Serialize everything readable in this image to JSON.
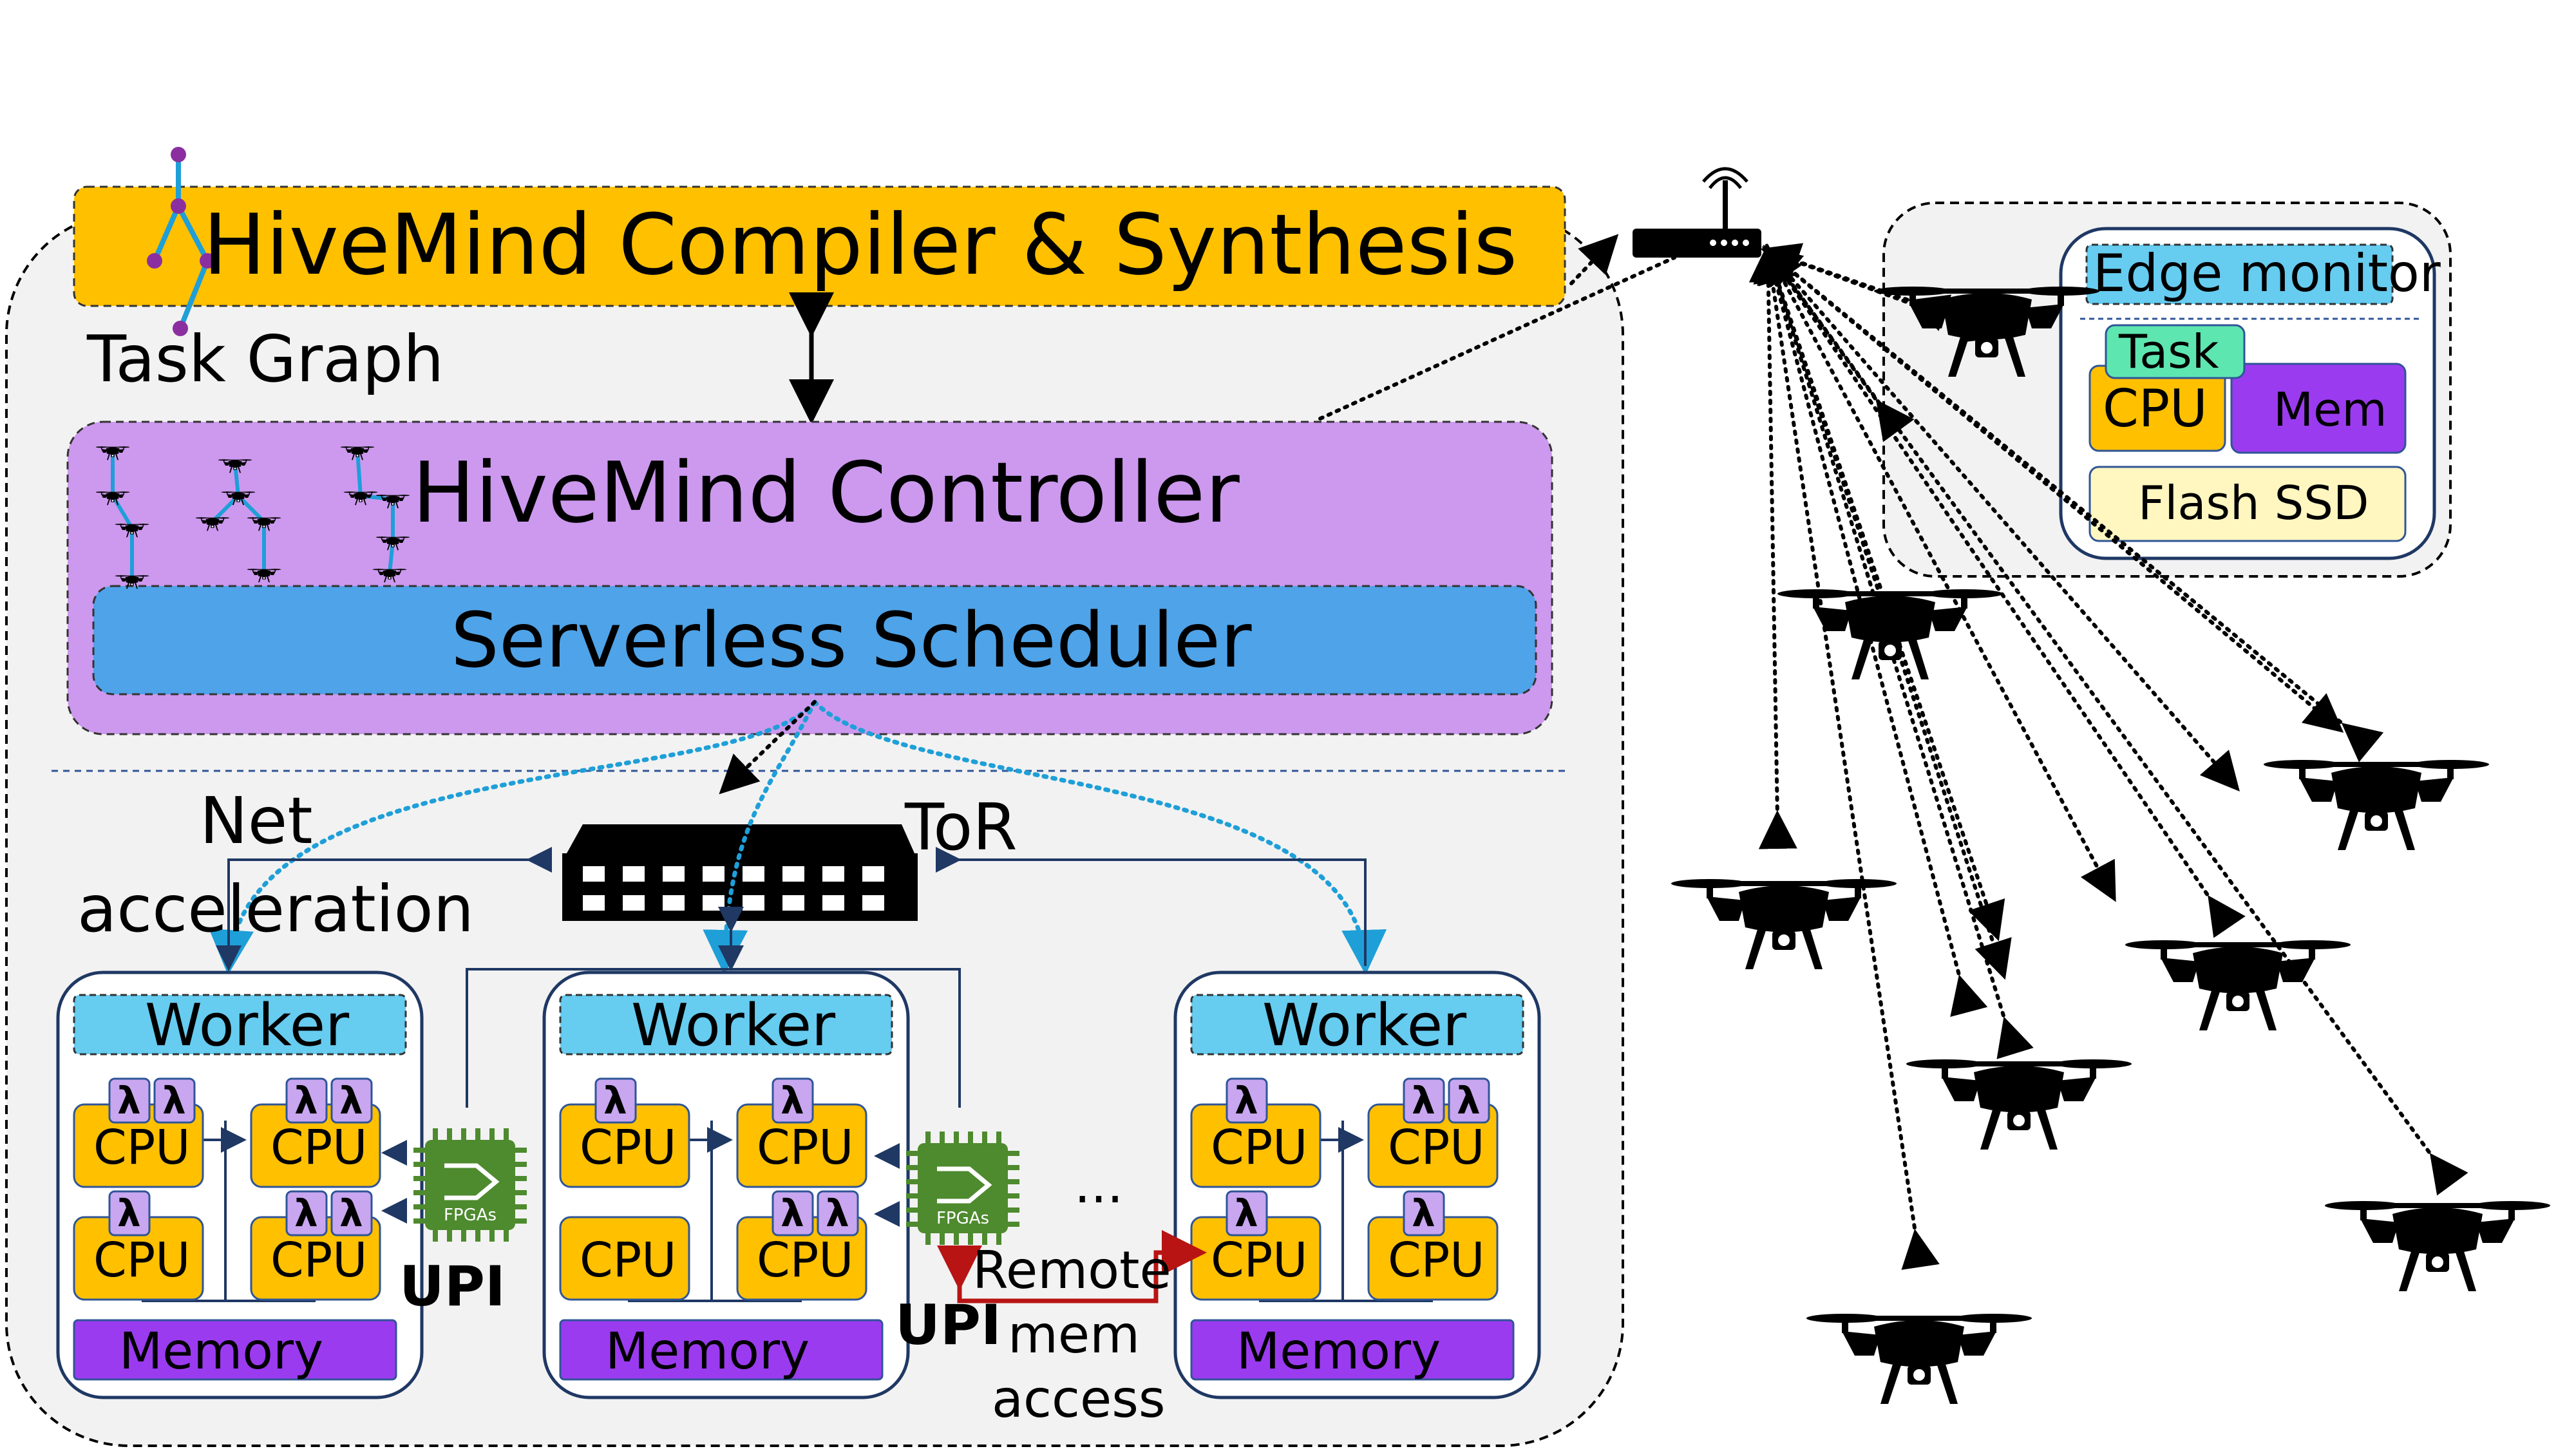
{
  "compiler": {
    "title": "HiveMind Compiler & Synthesis",
    "task_graph_label": "Task Graph"
  },
  "controller": {
    "title": "HiveMind Controller",
    "scheduler": "Serverless Scheduler"
  },
  "network": {
    "net_accel_line1": "Net",
    "net_accel_line2": "acceleration",
    "tor": "ToR"
  },
  "workers": [
    {
      "label": "Worker",
      "memory": "Memory"
    },
    {
      "label": "Worker",
      "memory": "Memory"
    },
    {
      "label": "Worker",
      "memory": "Memory"
    }
  ],
  "cpu_label": "CPU",
  "lambda_symbol": "λ",
  "fpga_label": "FPGAs",
  "upi_label": "UPI",
  "ellipsis": "...",
  "remote_mem": {
    "line1": "Remote",
    "line2": "mem",
    "line3": "access"
  },
  "edge": {
    "monitor": "Edge monitor",
    "task": "Task",
    "cpu": "CPU",
    "mem": "Mem",
    "flash": "Flash SSD"
  },
  "colors": {
    "compiler": "#FFC000",
    "controller": "#CC99EE",
    "scheduler": "#4FA3E8",
    "worker_header": "#66CCF0",
    "cpu": "#FFC000",
    "memory": "#9B3BF0",
    "lambda": "#C9A6F0",
    "fpga": "#4E8A2E",
    "task": "#5EE6B0",
    "flash": "#FFF6C0",
    "dotted_blue": "#1E9FD8",
    "remote_arrow": "#B81414"
  }
}
